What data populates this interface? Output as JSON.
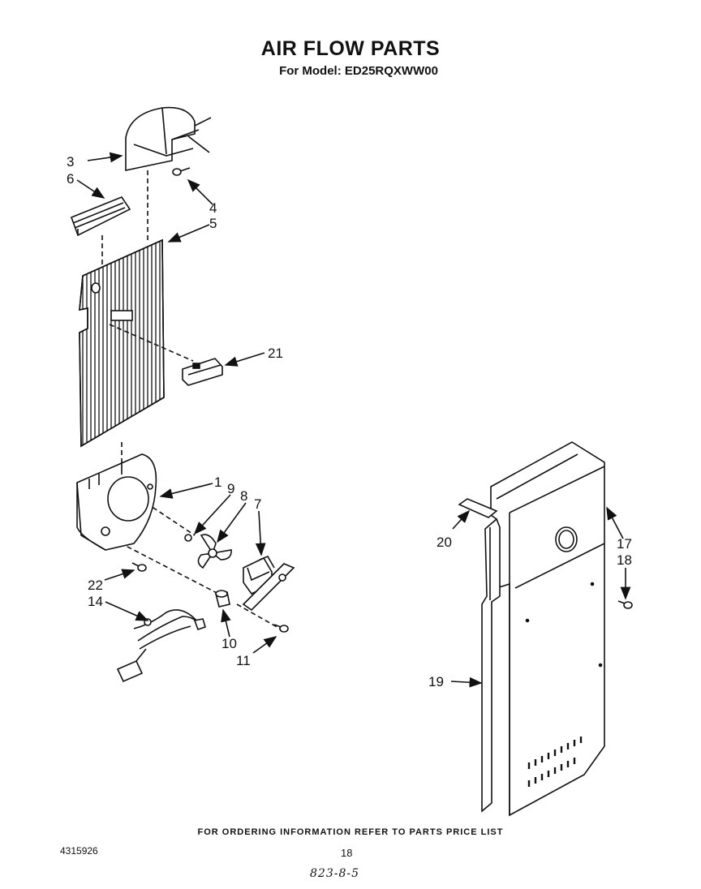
{
  "title": "AIR FLOW PARTS",
  "subtitle": "For Model: ED25RQXWW00",
  "footer_note": "FOR ORDERING INFORMATION REFER TO PARTS PRICE LIST",
  "doc_number": "4315926",
  "page_number": "18",
  "handwritten_note": "823-8-5",
  "callouts": {
    "c1": "1",
    "c3": "3",
    "c4": "4",
    "c5": "5",
    "c6": "6",
    "c7": "7",
    "c8": "8",
    "c9": "9",
    "c10": "10",
    "c11": "11",
    "c14": "14",
    "c17": "17",
    "c18": "18",
    "c19": "19",
    "c20": "20",
    "c21": "21",
    "c22": "22"
  }
}
